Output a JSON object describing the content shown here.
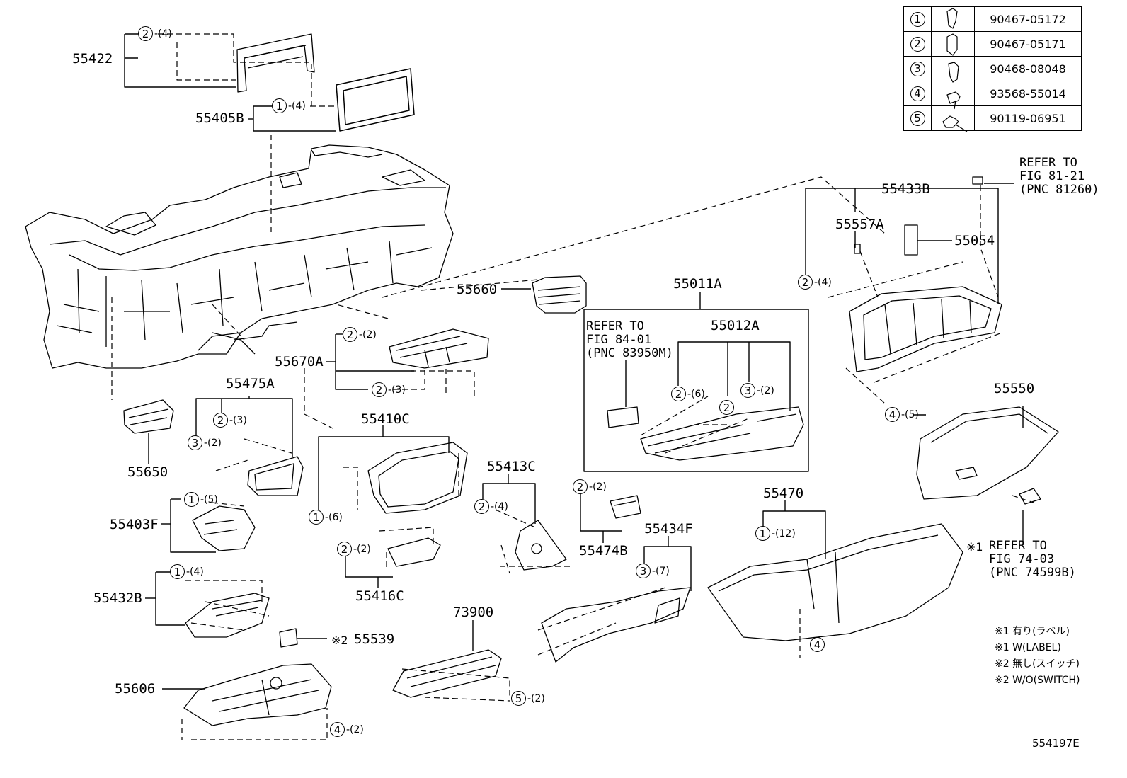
{
  "legend": [
    {
      "no": "1",
      "icon": "clip-icon",
      "part": "90467-05172"
    },
    {
      "no": "2",
      "icon": "clip-icon",
      "part": "90467-05171"
    },
    {
      "no": "3",
      "icon": "clip-icon",
      "part": "90468-08048"
    },
    {
      "no": "4",
      "icon": "screw-icon",
      "part": "93568-55014"
    },
    {
      "no": "5",
      "icon": "bolt-icon",
      "part": "90119-06951"
    }
  ],
  "parts": {
    "p55422": "55422",
    "p55405B": "55405B",
    "p55433B": "55433B",
    "p55557A": "55557A",
    "p55054": "55054",
    "p55660": "55660",
    "p55011A": "55011A",
    "p55012A": "55012A",
    "p55670A": "55670A",
    "p55475A": "55475A",
    "p55650": "55650",
    "p55410C": "55410C",
    "p55413C": "55413C",
    "p55403F": "55403F",
    "p55474B": "55474B",
    "p55434F": "55434F",
    "p55470": "55470",
    "p55550": "55550",
    "p55416C": "55416C",
    "p55432B": "55432B",
    "p55539": "55539",
    "p73900": "73900",
    "p55606": "55606"
  },
  "refs": {
    "r8121": [
      "REFER TO",
      "FIG 81-21",
      "(PNC 81260)"
    ],
    "r8401": [
      "REFER TO",
      "FIG 84-01",
      "(PNC 83950M)"
    ],
    "r7403": [
      "REFER TO",
      "FIG 74-03",
      "(PNC 74599B)"
    ],
    "r7403_mark": "※1"
  },
  "callouts": {
    "c1": {
      "no": "2",
      "qty": "-(4)"
    },
    "c2": {
      "no": "1",
      "qty": "-(4)"
    },
    "c3": {
      "no": "2",
      "qty": "-(4)"
    },
    "c4": {
      "no": "2",
      "qty": "-(2)"
    },
    "c5": {
      "no": "2",
      "qty": "-(3)"
    },
    "c6": {
      "no": "2",
      "qty": "-(3)"
    },
    "c7": {
      "no": "3",
      "qty": "-(2)"
    },
    "c8": {
      "no": "2",
      "qty": "-(6)"
    },
    "c9": {
      "no": "2",
      "qty": ""
    },
    "c10": {
      "no": "3",
      "qty": "-(2)"
    },
    "c11": {
      "no": "4",
      "qty": "-(5)"
    },
    "c12": {
      "no": "1",
      "qty": "-(5)"
    },
    "c13": {
      "no": "1",
      "qty": "-(6)"
    },
    "c14": {
      "no": "2",
      "qty": "-(4)"
    },
    "c15": {
      "no": "2",
      "qty": "-(2)"
    },
    "c16": {
      "no": "3",
      "qty": "-(7)"
    },
    "c17": {
      "no": "1",
      "qty": "-(12)"
    },
    "c18": {
      "no": "2",
      "qty": "-(2)"
    },
    "c19": {
      "no": "1",
      "qty": "-(4)"
    },
    "c20": {
      "no": "4",
      "qty": ""
    },
    "c21": {
      "no": "5",
      "qty": "-(2)"
    },
    "c22": {
      "no": "4",
      "qty": "-(2)"
    }
  },
  "p55539_mark": "※2",
  "notes": [
    "※1 有り(ラベル)",
    "※1 W(LABEL)",
    "※2 無し(スイッチ)",
    "※2 W/O(SWITCH)"
  ],
  "figure_id": "554197E"
}
